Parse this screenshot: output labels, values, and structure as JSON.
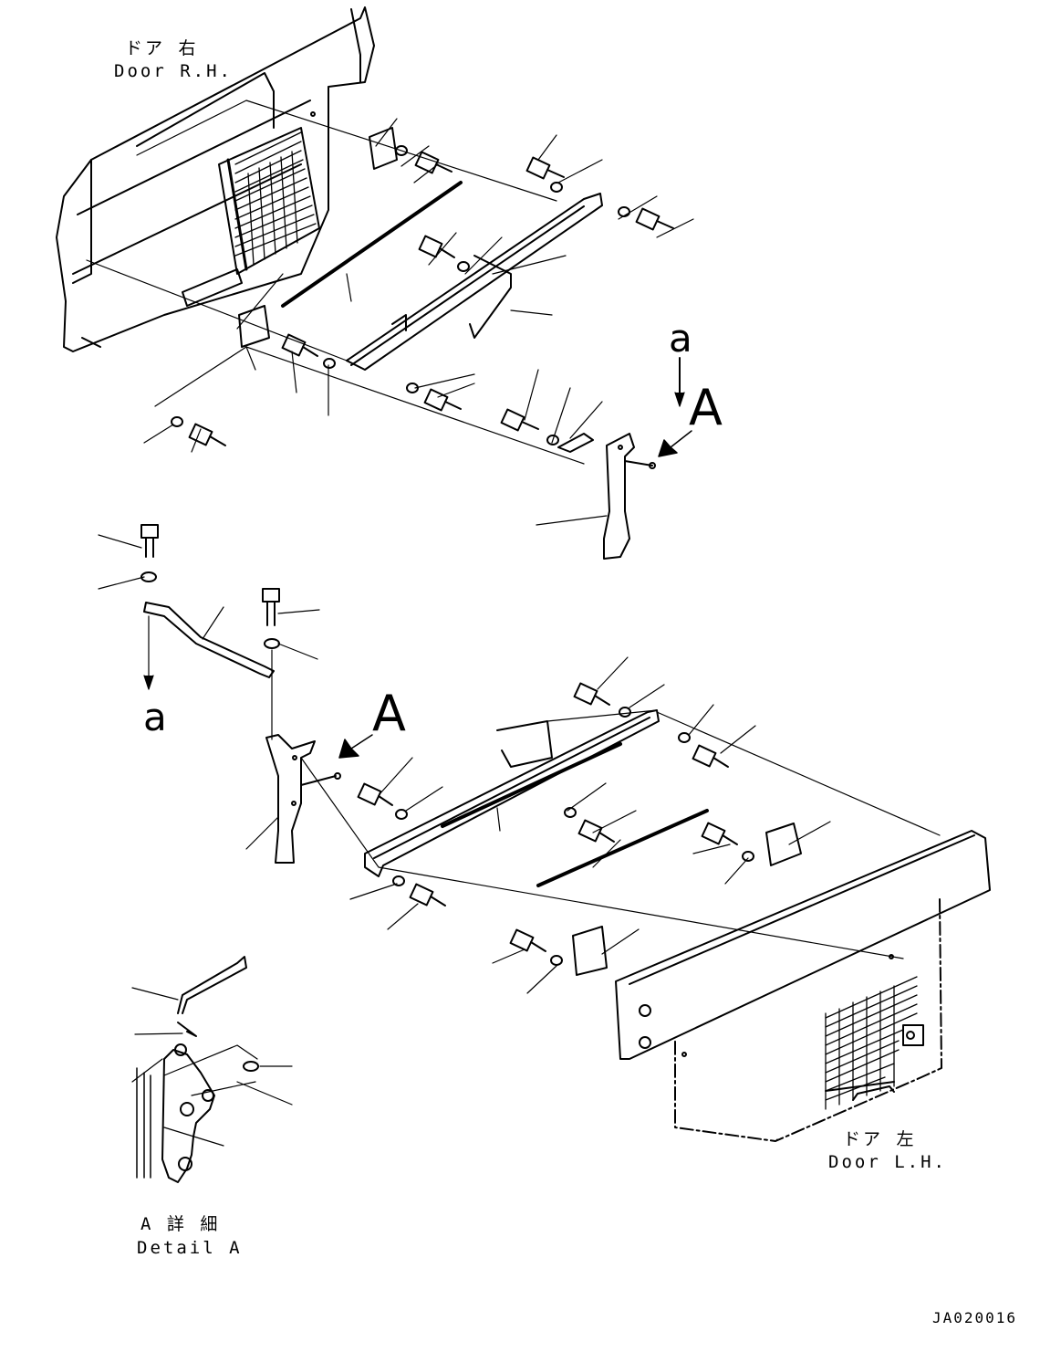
{
  "labels": {
    "door_rh_jp": "ドア 右",
    "door_rh_en": "Door R.H.",
    "door_lh_jp": "ドア 左",
    "door_lh_en": "Door L.H.",
    "detail_a_jp": "A 詳 細",
    "detail_a_en": "Detail A",
    "view_a": "A",
    "ref_a": "a",
    "drawing_code": "JA020016"
  },
  "colors": {
    "line": "#000000",
    "background": "#ffffff"
  }
}
